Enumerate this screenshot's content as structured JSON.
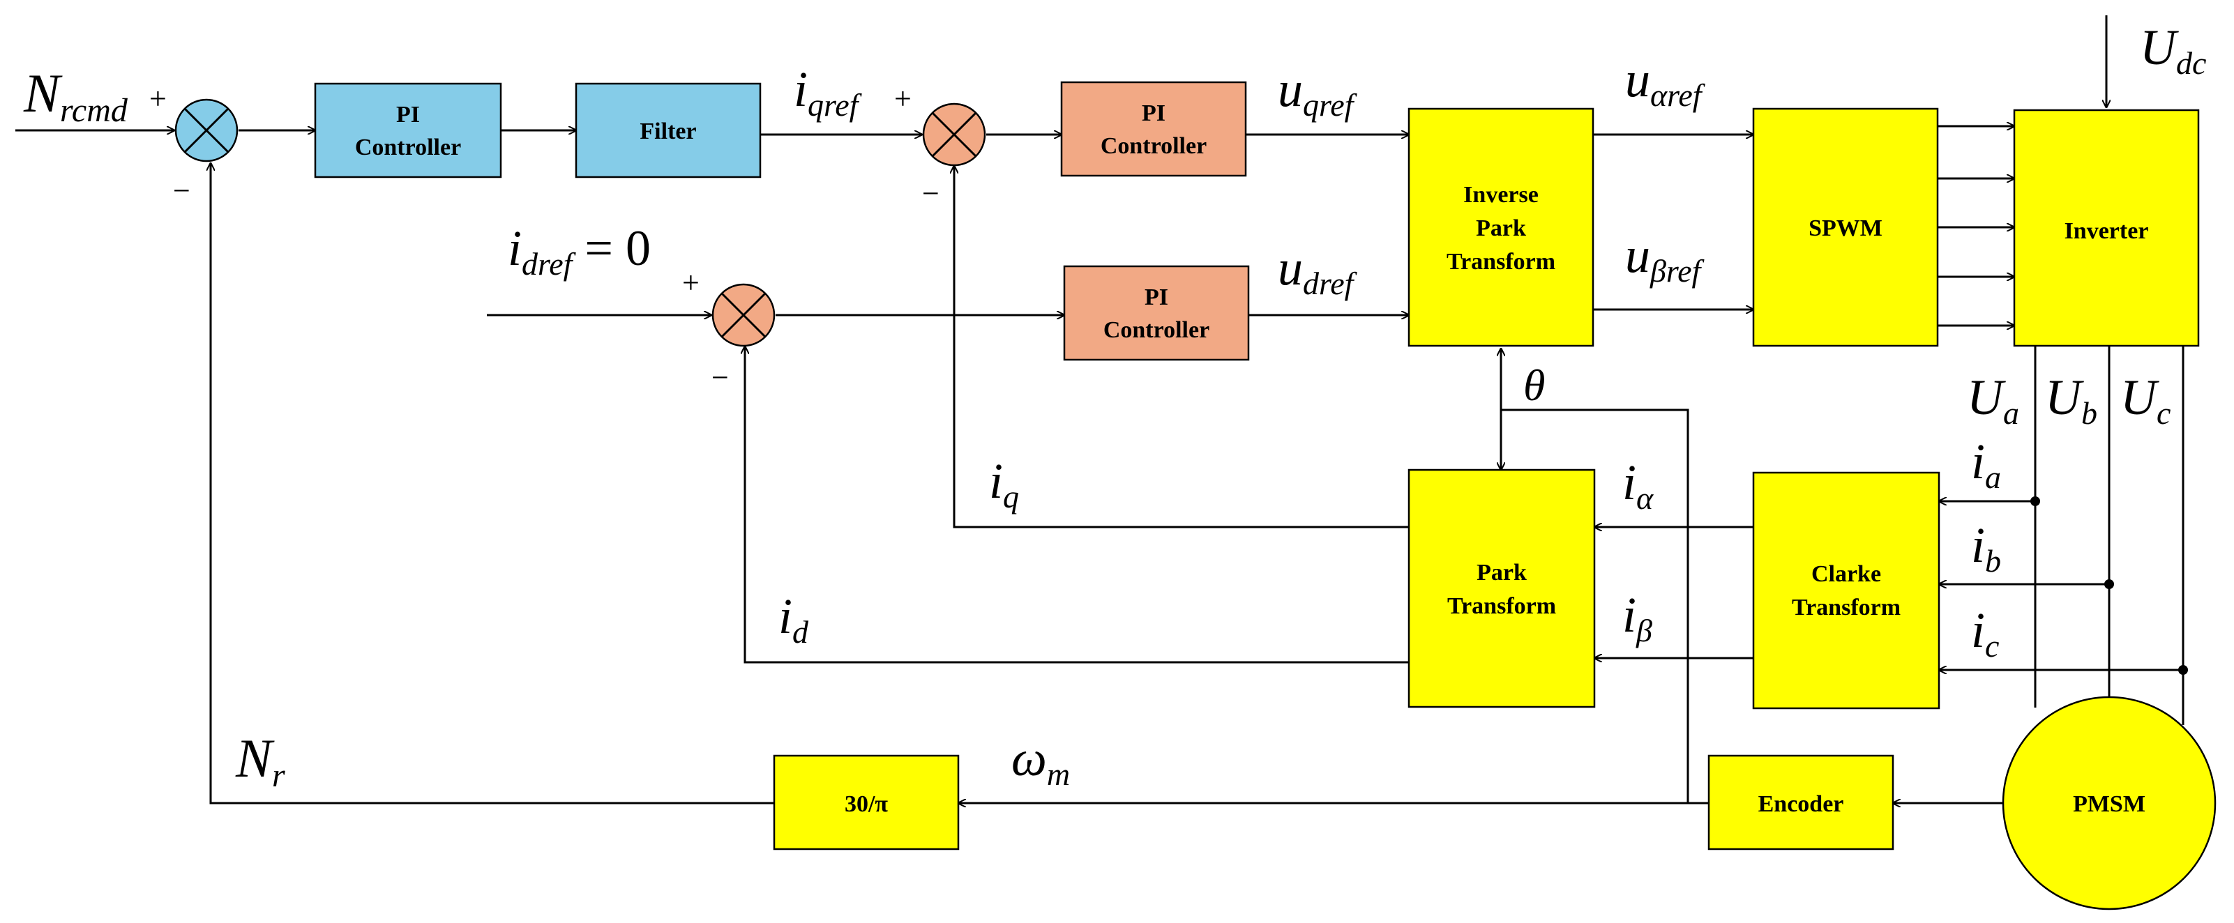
{
  "colors": {
    "blue_block": "#85CCE8",
    "orange_block": "#F2A985",
    "yellow_block": "#FFFF00",
    "sum_node": "#F2A985",
    "line": "#000000"
  },
  "blocks": {
    "speed_pi": [
      "PI",
      "Controller"
    ],
    "filter": [
      "Filter"
    ],
    "q_pi": [
      "PI",
      "Controller"
    ],
    "d_pi": [
      "PI",
      "Controller"
    ],
    "inv_park": [
      "Inverse",
      "Park",
      "Transform"
    ],
    "spwm": [
      "SPWM"
    ],
    "inverter": [
      "Inverter"
    ],
    "park": [
      "Park",
      "Transform"
    ],
    "clarke": [
      "Clarke",
      "Transform"
    ],
    "gain": [
      "30/π"
    ],
    "encoder": [
      "Encoder"
    ],
    "pmsm": [
      "PMSM"
    ]
  },
  "signals": {
    "n_rcmd": {
      "main": "N",
      "sub": "rcmd"
    },
    "i_qref": {
      "main": "i",
      "sub": "qref"
    },
    "i_dref": {
      "main": "i",
      "sub": "dref",
      "suffix": " = 0"
    },
    "u_qref": {
      "main": "u",
      "sub": "qref"
    },
    "u_dref": {
      "main": "u",
      "sub": "dref"
    },
    "u_alpha_ref": {
      "main": "u",
      "sub": "αref"
    },
    "u_beta_ref": {
      "main": "u",
      "sub": "βref"
    },
    "u_dc": {
      "main": "U",
      "sub": "dc"
    },
    "theta": {
      "main": "θ",
      "sub": ""
    },
    "u_a": {
      "main": "U",
      "sub": "a"
    },
    "u_b": {
      "main": "U",
      "sub": "b"
    },
    "u_c": {
      "main": "U",
      "sub": "c"
    },
    "i_a": {
      "main": "i",
      "sub": "a"
    },
    "i_b": {
      "main": "i",
      "sub": "b"
    },
    "i_c": {
      "main": "i",
      "sub": "c"
    },
    "i_alpha": {
      "main": "i",
      "sub": "α"
    },
    "i_beta": {
      "main": "i",
      "sub": "β"
    },
    "i_q": {
      "main": "i",
      "sub": "q"
    },
    "i_d": {
      "main": "i",
      "sub": "d"
    },
    "omega_m": {
      "main": "ω",
      "sub": "m"
    },
    "n_r": {
      "main": "N",
      "sub": "r"
    }
  },
  "signs": {
    "plus": "+",
    "minus": "−"
  }
}
